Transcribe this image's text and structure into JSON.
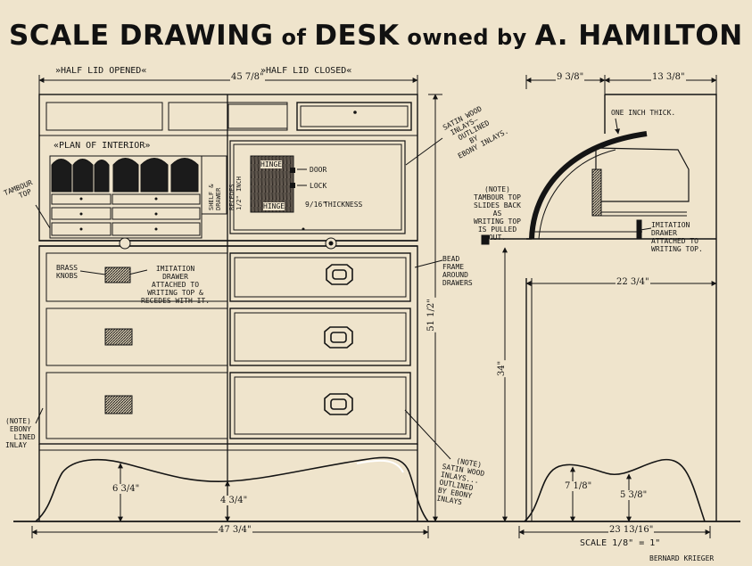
{
  "title": {
    "part1": "SCALE DRAWING",
    "part2": " of ",
    "part3": "DESK",
    "part4": " owned by ",
    "part5": "A. HAMILTON"
  },
  "front": {
    "half_lid_opened": "»HALF LID OPENED«",
    "half_lid_closed": "»HALF LID CLOSED«",
    "plan_of_interior": "«PLAN OF INTERIOR»",
    "hinge": "HINGE",
    "door": "DOOR",
    "lock": "LOCK",
    "thickness": "THICKNESS",
    "thickness_value": "9/16\"",
    "shelf_note": [
      "SHELF &",
      "DRAWER",
      "RECEDES",
      "1/2\"",
      "INCH"
    ],
    "satin_wood_inlays": [
      "SATIN WOOD",
      "INLAYS—",
      "OUTLINED",
      "BY",
      "EBONY INLAYS."
    ],
    "tambour_top": [
      "TAMBOUR",
      "TOP"
    ],
    "brass_knobs": [
      "BRASS",
      "KNOBS"
    ],
    "imitation_drawer": [
      "IMITATION",
      "DRAWER",
      "ATTACHED TO",
      "WRITING TOP &",
      "RECEDES WITH IT."
    ],
    "bead_frame": [
      "BEAD",
      "FRAME",
      "AROUND",
      "DRAWERS"
    ],
    "ebony_note": [
      "(NOTE)",
      "EBONY",
      "LINED",
      "INLAY"
    ],
    "satin_note2": [
      "(NOTE)",
      "SATIN WOOD",
      "INLAYS...",
      "OUTLINED",
      "BY EBONY",
      "INLAYS"
    ]
  },
  "side": {
    "one_inch_thick": "ONE INCH THICK.",
    "tambour_note": [
      "(NOTE)",
      "TAMBOUR TOP",
      "SLIDES BACK",
      "AS",
      "WRITING TOP",
      "IS PULLED",
      "OUT."
    ],
    "imitation_drawer": [
      "IMITATION",
      "DRAWER",
      "ATTACHED TO",
      "WRITING TOP."
    ]
  },
  "dimensions": {
    "width_top": "45 7/8\"",
    "side_top_left": "9 3/8\"",
    "side_top_right": "13 3/8\"",
    "height_total": "51 1/2\"",
    "height_writing": "34\"",
    "side_width": "22 3/4\"",
    "front_base_width": "47 3/4\"",
    "side_base_width": "23 13/16\"",
    "apron_left": "6 3/4\"",
    "apron_center": "4 3/4\"",
    "side_apron_left": "7 1/8\"",
    "side_apron_right": "5 3/8\""
  },
  "scale": "SCALE 1/8\" = 1\"",
  "artist": "BERNARD KRIEGER",
  "colors": {
    "paper": "#efe4cc",
    "ink": "#141414",
    "wood_grain": "#5a5148"
  }
}
